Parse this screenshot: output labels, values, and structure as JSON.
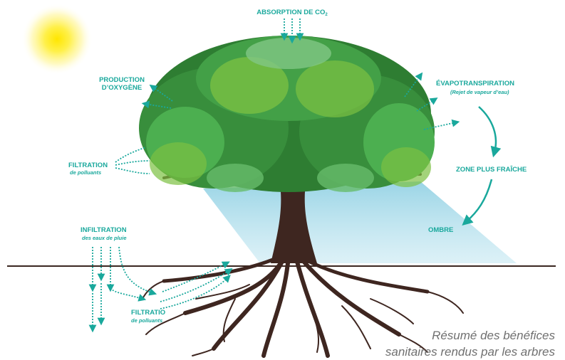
{
  "labels": {
    "absorption": "ABSORPTION DE CO",
    "absorption_sub": "2",
    "production_line1": "PRODUCTION",
    "production_line2": "D’OXYGÈNE",
    "evapo": "ÉVAPOTRANSPIRATION",
    "evapo_sub": "(Rejet de vapeur d’eau)",
    "zone": "ZONE PLUS FRAÎCHE",
    "ombre": "OMBRE",
    "filtration_top": "FILTRATION",
    "filtration_top_sub": "de polluants",
    "infiltration": "INFILTRATION",
    "infiltration_sub": "des eaux de pluie",
    "filtration_bottom": "FILTRATIO",
    "filtration_bottom_sub": "de polluants"
  },
  "caption": {
    "line1": "Résumé des bénéfices",
    "line2": "sanitaires rendus par les arbres"
  },
  "colors": {
    "accent": "#19a89c",
    "leaf_dark": "#2e7d32",
    "leaf_light": "#7cc142",
    "trunk": "#3e2620",
    "shade": "#a9d9e8",
    "sun": "#ffe84a",
    "ground": "#3a2620"
  }
}
